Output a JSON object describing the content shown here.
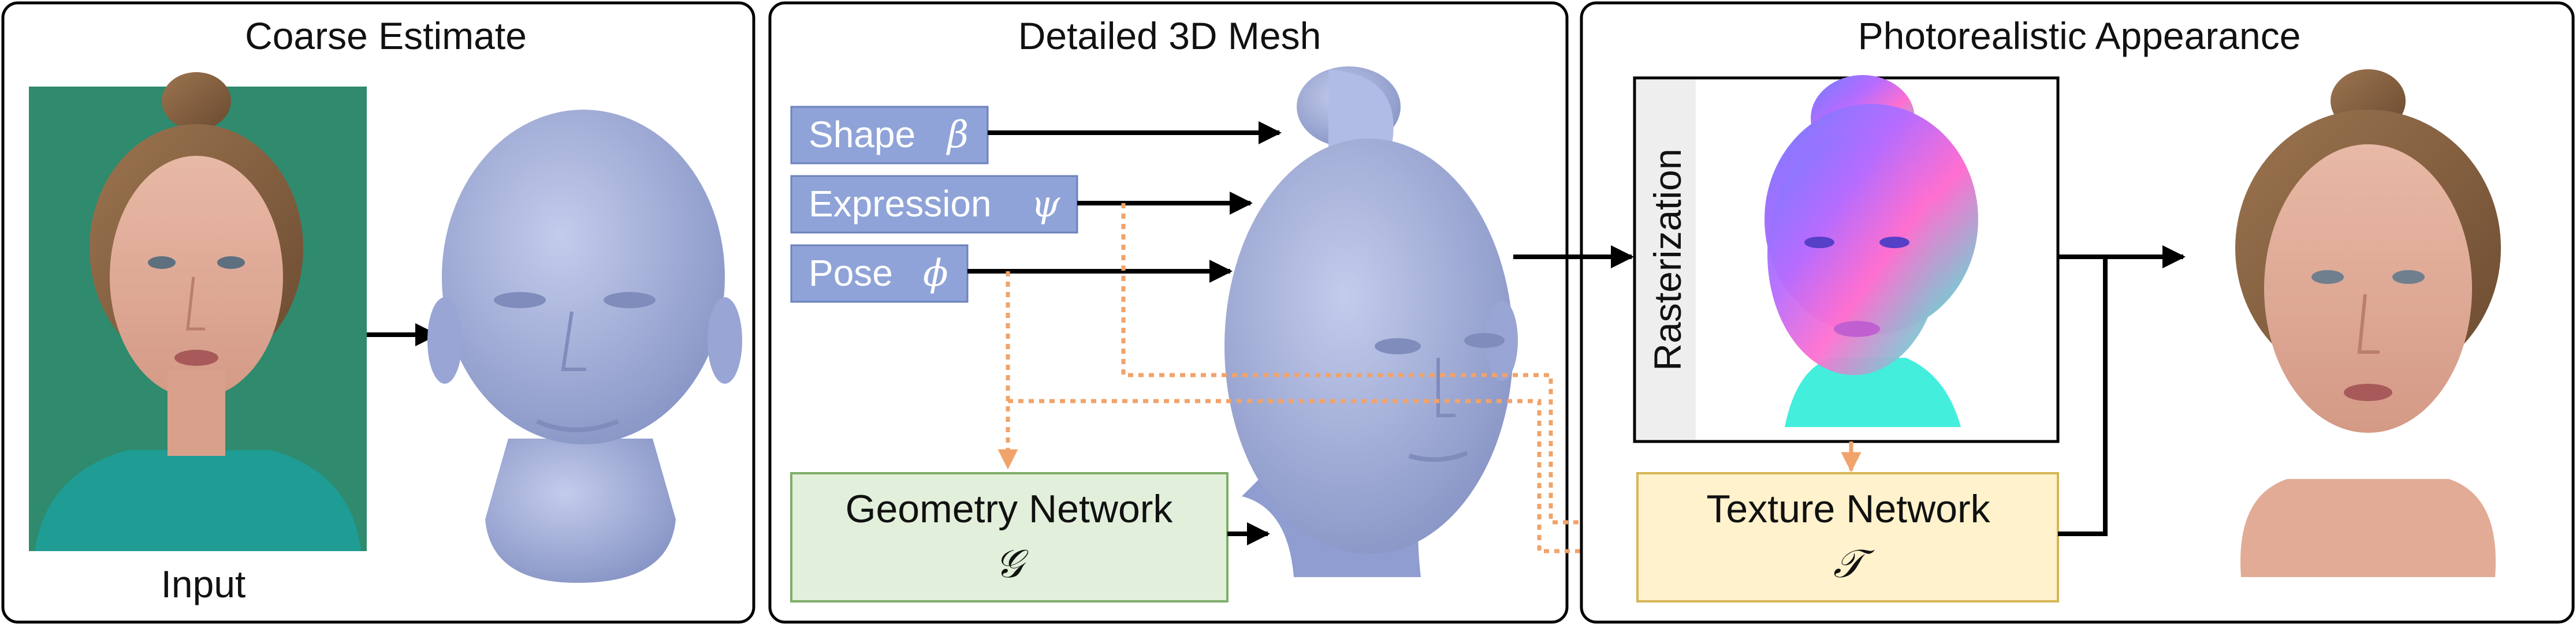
{
  "panels": {
    "coarse": {
      "title": "Coarse Estimate",
      "input_label": "Input"
    },
    "mesh": {
      "title": "Detailed 3D Mesh"
    },
    "appearance": {
      "title": "Photorealistic Appearance"
    }
  },
  "params": {
    "shape": {
      "label": "Shape",
      "symbol": "β"
    },
    "expression": {
      "label": "Expression",
      "symbol": "ψ"
    },
    "pose": {
      "label": "Pose",
      "symbol": "ϕ"
    }
  },
  "networks": {
    "geometry": {
      "label": "Geometry Network",
      "symbol": "𝒢"
    },
    "texture": {
      "label": "Texture Network",
      "symbol": "𝒯"
    }
  },
  "rasterization": {
    "label": "Rasterization"
  },
  "colors": {
    "param_box": "#8fa3d8",
    "geometry_box": "#e2efda",
    "geometry_border": "#7fae6a",
    "texture_box": "#fff2cc",
    "texture_border": "#d6b656",
    "dotted_arrow": "#f0a36a",
    "mesh": "#a9b5df",
    "green_bg": "#2f8a6e"
  }
}
